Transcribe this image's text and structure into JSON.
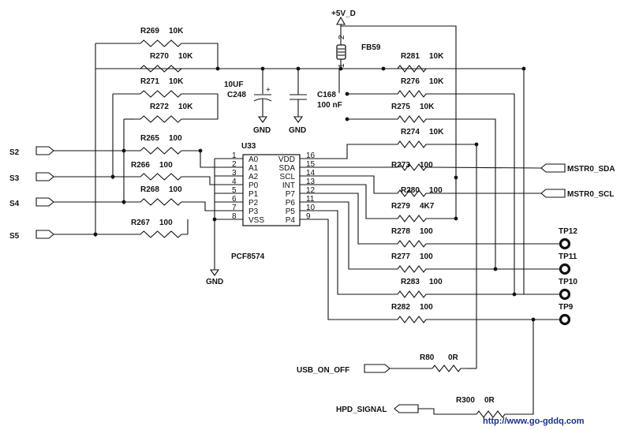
{
  "chip": {
    "ref": "U33",
    "part": "PCF8574",
    "left_pins": [
      {
        "num": "1",
        "name": "A0"
      },
      {
        "num": "2",
        "name": "A1"
      },
      {
        "num": "3",
        "name": "A2"
      },
      {
        "num": "4",
        "name": "P0"
      },
      {
        "num": "5",
        "name": "P1"
      },
      {
        "num": "6",
        "name": "P2"
      },
      {
        "num": "7",
        "name": "P3"
      },
      {
        "num": "8",
        "name": "VSS"
      }
    ],
    "right_pins": [
      {
        "num": "16",
        "name": "VDD"
      },
      {
        "num": "15",
        "name": "SDA"
      },
      {
        "num": "14",
        "name": "SCL"
      },
      {
        "num": "13",
        "name": "INT"
      },
      {
        "num": "12",
        "name": "P7"
      },
      {
        "num": "11",
        "name": "P6"
      },
      {
        "num": "10",
        "name": "P5"
      },
      {
        "num": "9",
        "name": "P4"
      }
    ]
  },
  "resistors": [
    {
      "ref": "R269",
      "value": "10K"
    },
    {
      "ref": "R270",
      "value": "10K"
    },
    {
      "ref": "R271",
      "value": "10K"
    },
    {
      "ref": "R272",
      "value": "10K"
    },
    {
      "ref": "R265",
      "value": "100"
    },
    {
      "ref": "R266",
      "value": "100"
    },
    {
      "ref": "R268",
      "value": "100"
    },
    {
      "ref": "R267",
      "value": "100"
    },
    {
      "ref": "R281",
      "value": "10K"
    },
    {
      "ref": "R276",
      "value": "10K"
    },
    {
      "ref": "R275",
      "value": "10K"
    },
    {
      "ref": "R274",
      "value": "10K"
    },
    {
      "ref": "R273",
      "value": "100"
    },
    {
      "ref": "R280",
      "value": "100"
    },
    {
      "ref": "R279",
      "value": "4K7"
    },
    {
      "ref": "R278",
      "value": "100"
    },
    {
      "ref": "R277",
      "value": "100"
    },
    {
      "ref": "R283",
      "value": "100"
    },
    {
      "ref": "R282",
      "value": "100"
    },
    {
      "ref": "R80",
      "value": "0R"
    },
    {
      "ref": "R300",
      "value": "0R"
    }
  ],
  "capacitors": [
    {
      "ref": "C248",
      "value": "10UF"
    },
    {
      "ref": "C168",
      "value": "100 nF"
    }
  ],
  "ferrite": {
    "ref": "FB59",
    "pin_top": "2",
    "pin_bottom": "1"
  },
  "power": {
    "supply": "+5V_D",
    "ground": "GND"
  },
  "nets": {
    "inputs": [
      "S2",
      "S3",
      "S4",
      "S5"
    ],
    "bus_sda": "MSTR0_SDA",
    "bus_scl": "MSTR0_SCL",
    "usb": "USB_ON_OFF",
    "hpd": "HPD_SIGNAL"
  },
  "test_points": [
    "TP12",
    "TP11",
    "TP10",
    "TP9"
  ],
  "watermark": "http://www.go-gddq.com"
}
